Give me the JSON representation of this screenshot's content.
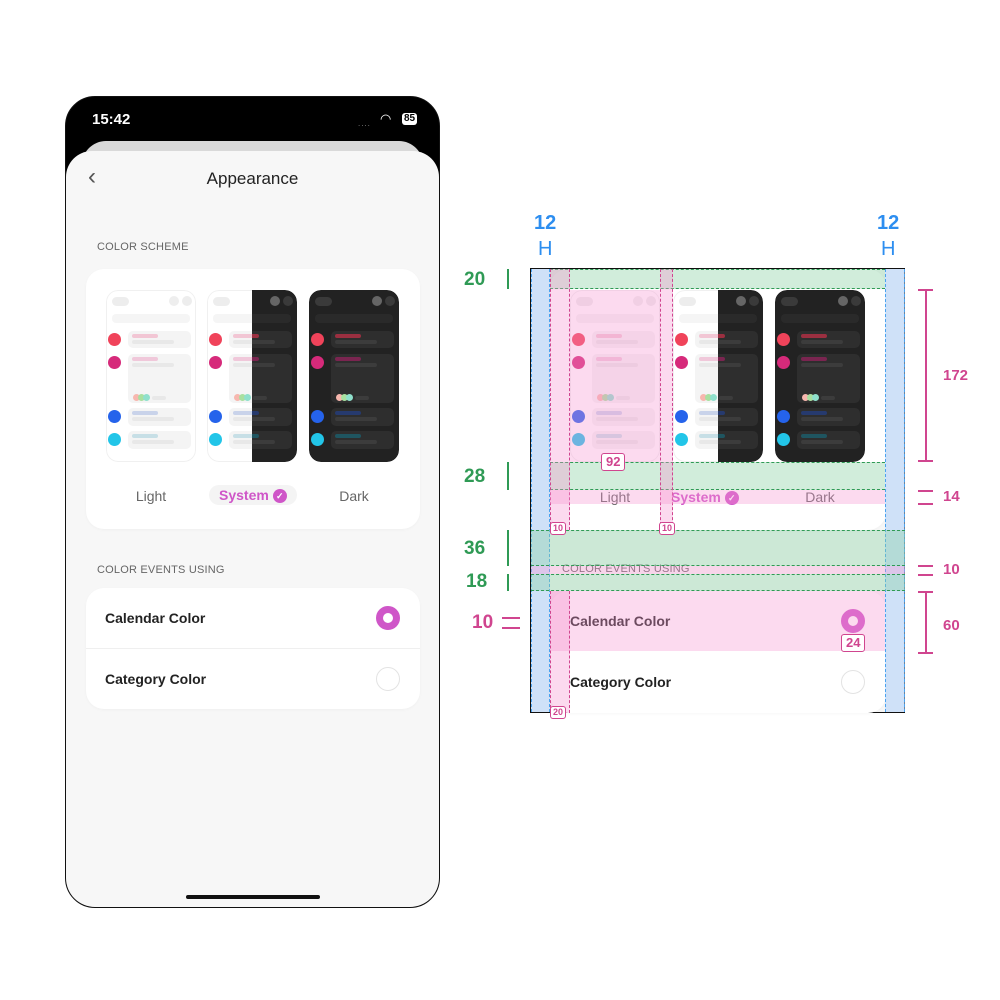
{
  "status": {
    "time": "15:42",
    "signal": "....",
    "wifi_icon": "wifi-icon",
    "battery": "85"
  },
  "nav": {
    "back_icon": "chevron-left-icon",
    "title": "Appearance"
  },
  "color_scheme": {
    "header": "COLOR SCHEME",
    "options": [
      {
        "label": "Light",
        "selected": false
      },
      {
        "label": "System",
        "selected": true,
        "check": "✓"
      },
      {
        "label": "Dark",
        "selected": false
      }
    ]
  },
  "color_events": {
    "header": "COLOR EVENTS USING",
    "items": [
      {
        "label": "Calendar Color",
        "selected": true
      },
      {
        "label": "Category Color",
        "selected": false
      }
    ]
  },
  "colors": {
    "accent": "#cf56c8",
    "dots": [
      "#f0435a",
      "#d62a7a",
      "#2563eb",
      "#22c5e8"
    ]
  },
  "annotations": {
    "side_padding": "12",
    "top_padding": "20",
    "label_gap": "28",
    "section_gap": "36",
    "header_gap": "18",
    "text_inset": "10",
    "preview_height": "172",
    "label_height": "14",
    "header_height": "10",
    "row_height": "60",
    "preview_width": "92",
    "col_gap_a": "10",
    "col_gap_b": "10",
    "radio_size": "24",
    "row_inset": "20"
  }
}
